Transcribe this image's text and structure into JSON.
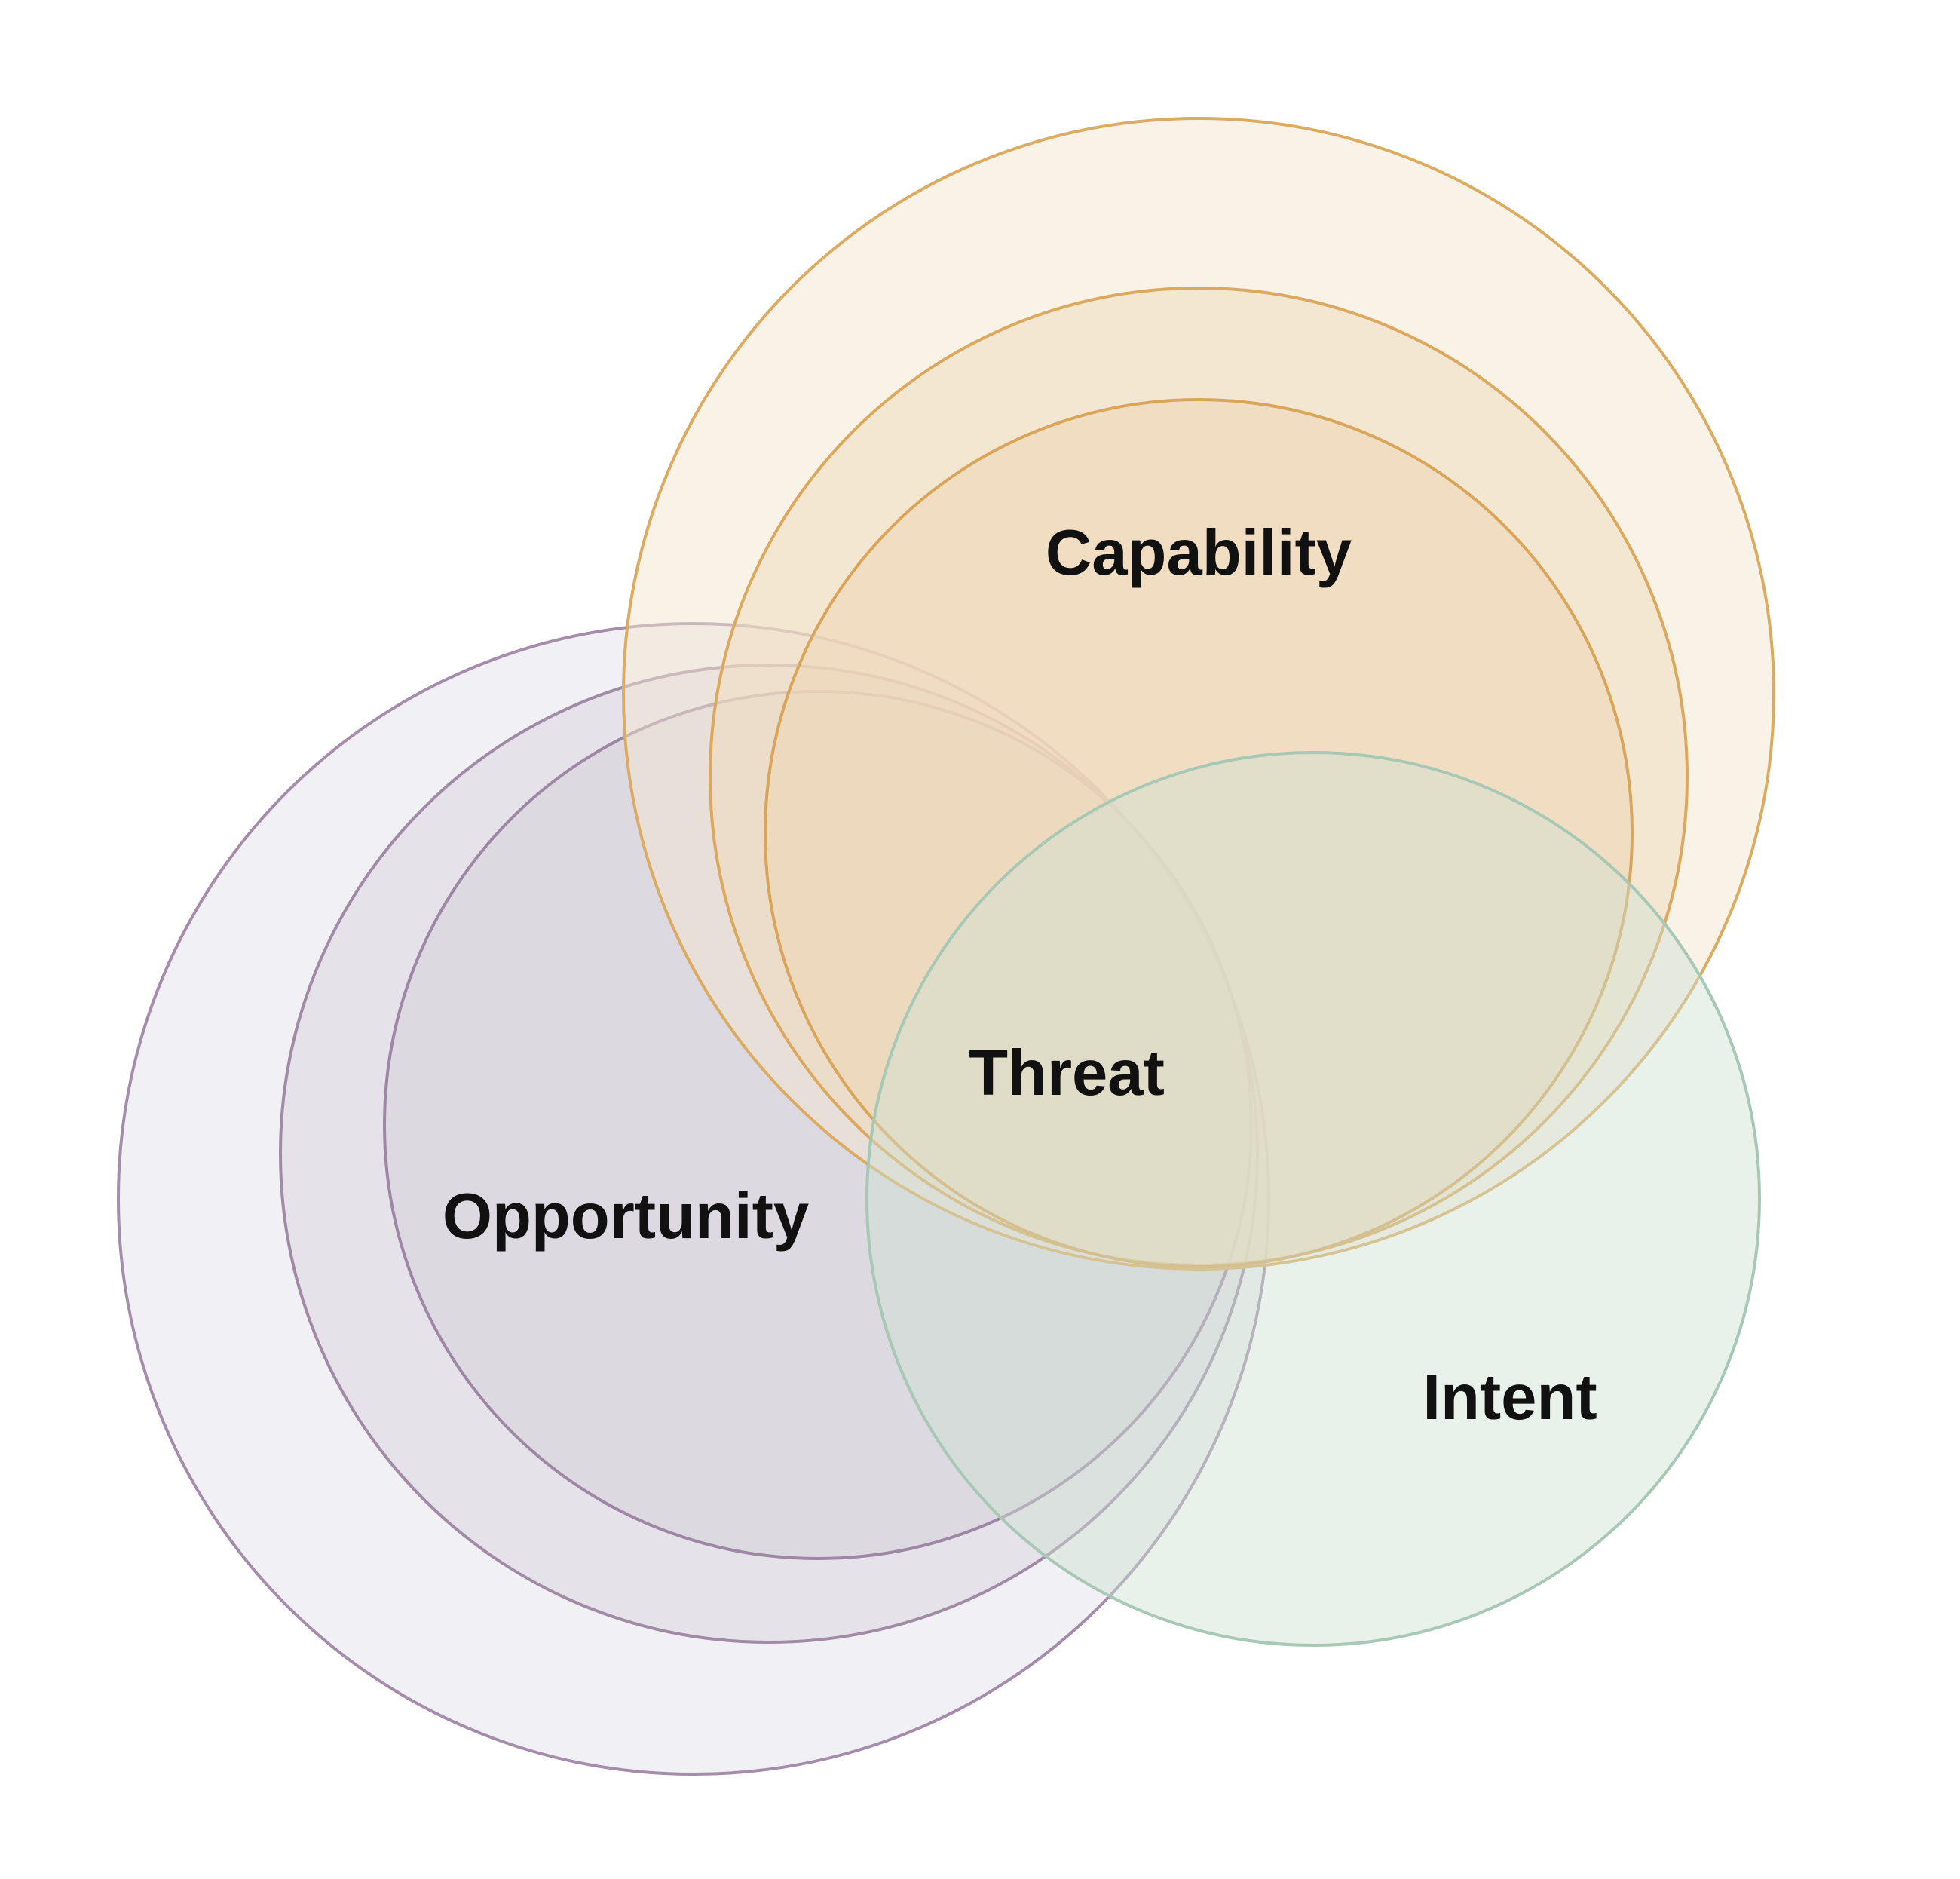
{
  "diagram": {
    "labels": {
      "capability": "Capability",
      "threat": "Threat",
      "opportunity": "Opportunity",
      "intent": "Intent"
    },
    "colors": {
      "capability_stroke": "#d9a85b",
      "capability_fill": "#f1dcc0",
      "opportunity_stroke": "#a28aa6",
      "opportunity_fill": "#ddd7df",
      "intent_stroke": "#a9c9b6",
      "intent_fill": "#dde9e1",
      "label_text": "#111111",
      "background": "#ffffff"
    }
  }
}
